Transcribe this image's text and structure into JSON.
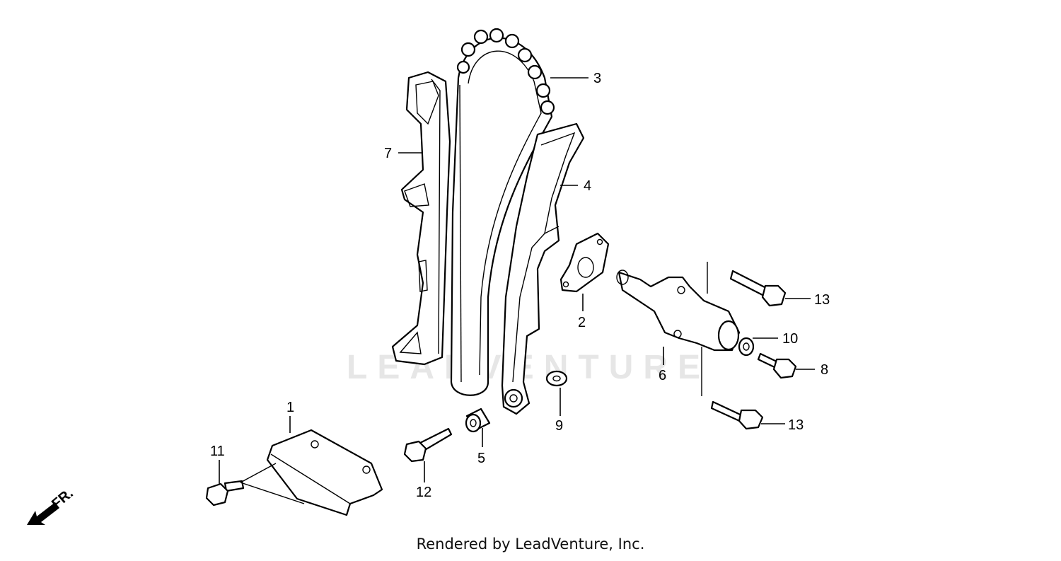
{
  "diagram": {
    "callouts": {
      "c1": "1",
      "c2": "2",
      "c3": "3",
      "c4": "4",
      "c5": "5",
      "c6": "6",
      "c7": "7",
      "c8": "8",
      "c9": "9",
      "c10": "10",
      "c11": "11",
      "c12": "12",
      "c13a": "13",
      "c13b": "13"
    },
    "direction_marker": "FR.",
    "watermark": "LEADVENTURE"
  },
  "footer": {
    "credit": "Rendered by LeadVenture, Inc."
  }
}
